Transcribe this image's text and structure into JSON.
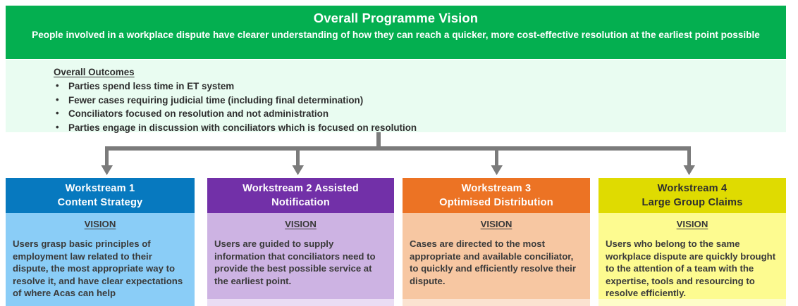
{
  "banner": {
    "title": "Overall Programme Vision",
    "subtitle": "People involved in a workplace dispute have clearer understanding of how they can reach a quicker, more cost-effective resolution at the earliest point possible",
    "color": "#04AF50"
  },
  "outcomes": {
    "heading": "Overall Outcomes",
    "bullet_glyph": "•",
    "items": [
      "Parties spend less time in ET system",
      "Fewer cases requiring judicial time (including final determination)",
      "Conciliators focused on resolution and not administration",
      "Parties engage in discussion with conciliators which is focused on resolution"
    ],
    "background": "#E9FCF1"
  },
  "connector": {
    "color": "#7B7B7B",
    "arrow_count": 4
  },
  "workstreams": [
    {
      "header_line1": "Workstream 1",
      "header_line2": "Content Strategy",
      "vision_label": "VISION",
      "vision_text": "Users grasp basic principles of employment law related to their dispute, the most appropriate way to resolve it, and have clear expectations of where Acas can help",
      "header_color": "#0779BF",
      "body_color": "#8ACDF7"
    },
    {
      "header_line1": "Workstream 2 Assisted",
      "header_line2": "Notification",
      "vision_label": "VISION",
      "vision_text": "Users are guided to supply information that conciliators need to provide the best possible service at the earliest point.",
      "header_color": "#7230A8",
      "body_color": "#CDB3E3"
    },
    {
      "header_line1": "Workstream 3",
      "header_line2": "Optimised Distribution",
      "vision_label": "VISION",
      "vision_text": "Cases are directed to the most appropriate and available conciliator, to quickly and efficiently resolve their dispute.",
      "header_color": "#EC7324",
      "body_color": "#F7C7A2"
    },
    {
      "header_line1": "Workstream 4",
      "header_line2": "Large Group Claims",
      "vision_label": "VISION",
      "vision_text": "Users who belong to the same workplace dispute are quickly brought to the attention of a team with the expertise, tools and resourcing to resolve efficiently.",
      "header_color": "#DFDB01",
      "body_color": "#FDFB90"
    }
  ]
}
